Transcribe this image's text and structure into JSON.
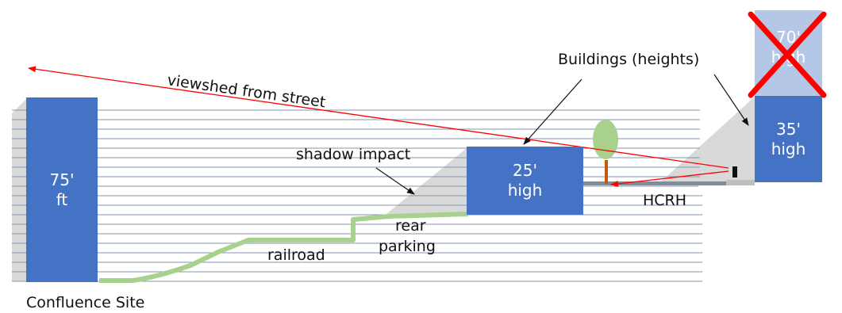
{
  "colors": {
    "building": "#4472c4",
    "building_removed": "#b4c7e7",
    "railroad": "#a9d18e",
    "tree_canopy": "#a9d18e",
    "tree_trunk": "#c55a11",
    "sightline": "#ff0000",
    "cross": "#ff0000",
    "ground_lines": "#8496b0",
    "shadow": "#d9d9d9"
  },
  "site_building": {
    "line1": "75'",
    "line2": "ft"
  },
  "middle_building": {
    "line1": "25'",
    "line2": "high"
  },
  "right_building": {
    "line1": "35'",
    "line2": "high"
  },
  "removed_building": {
    "line1": "70'",
    "line2": "high"
  },
  "labels": {
    "viewshed": "viewshed from street",
    "buildings": "Buildings (heights)",
    "shadow": "shadow impact",
    "rear_parking_1": "rear",
    "rear_parking_2": "parking",
    "railroad": "railroad",
    "hcrh": "HCRH",
    "site": "Confluence Site"
  }
}
